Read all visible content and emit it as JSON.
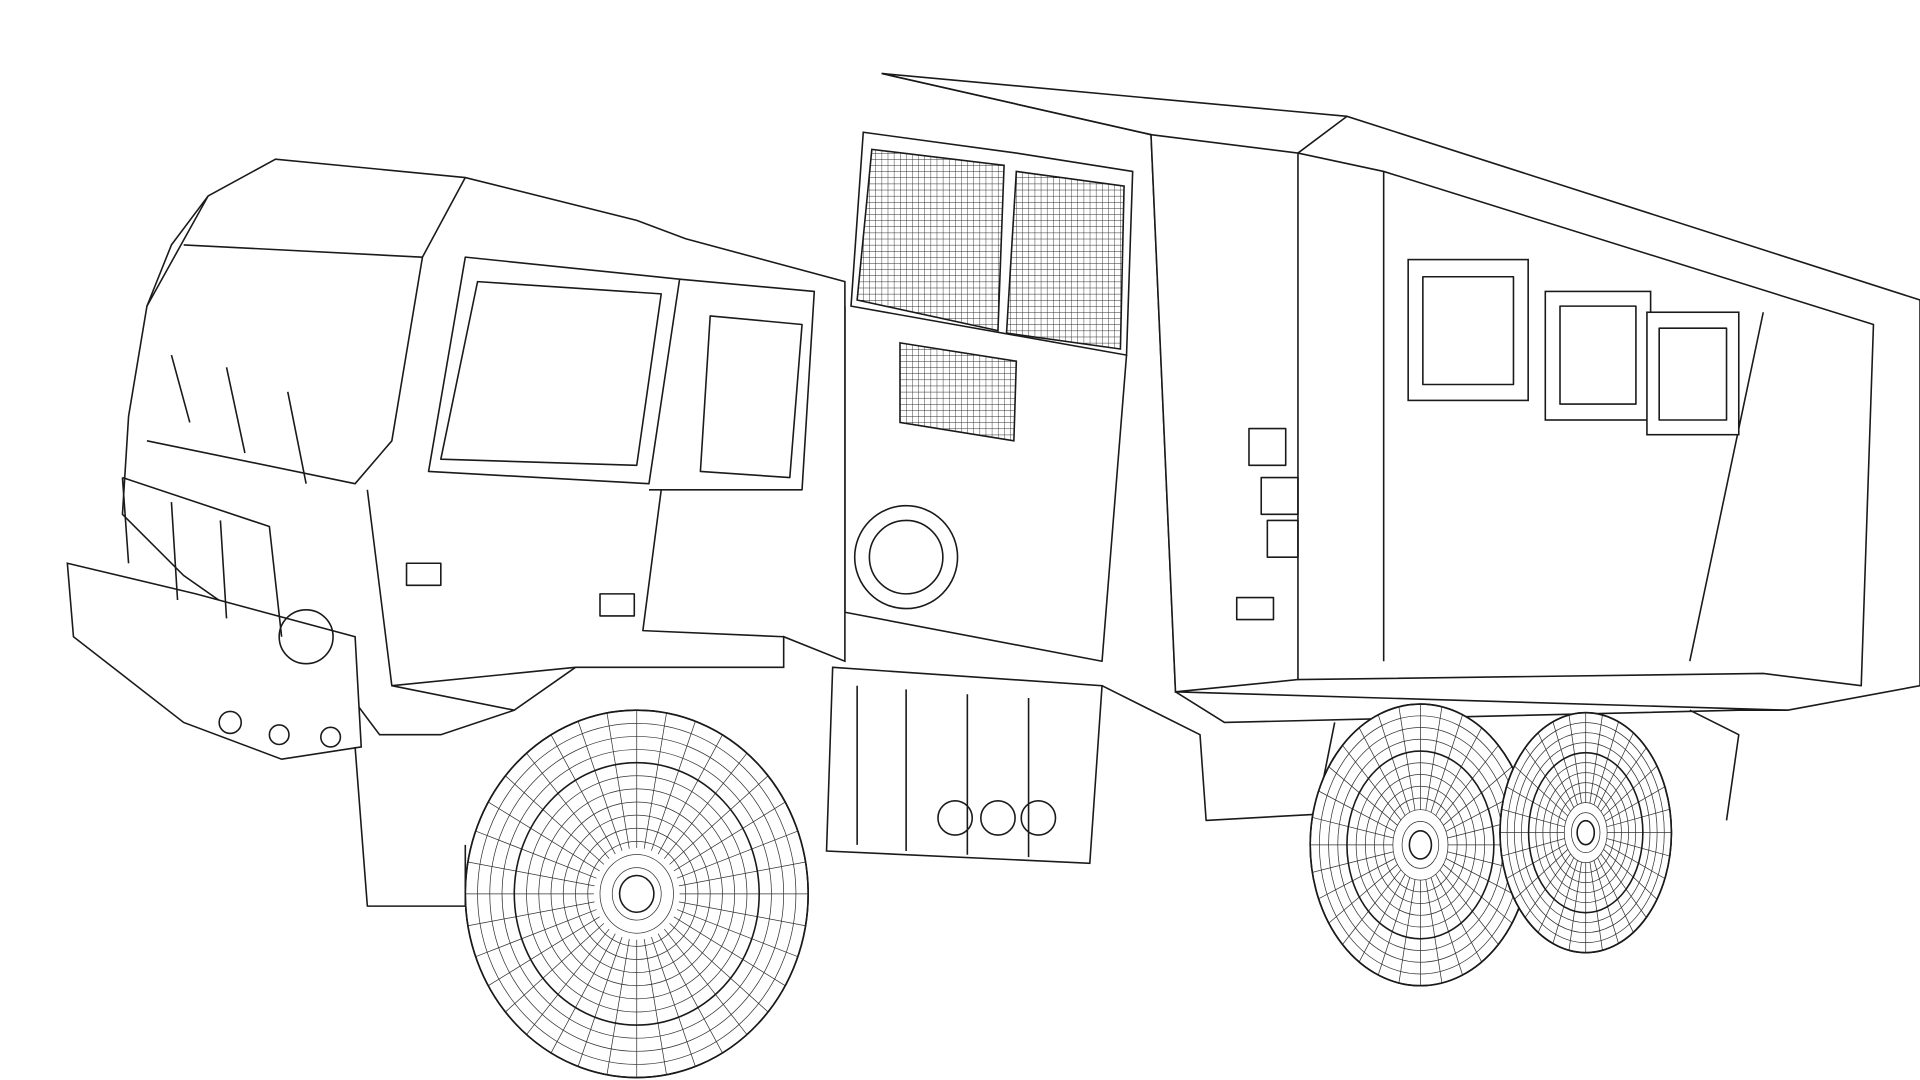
{
  "colors": {
    "background": "#ffffff",
    "line": "#1a1a1a"
  },
  "wheels": [
    {
      "id": "front-wheel",
      "rings": 14,
      "spokes": 36
    },
    {
      "id": "rear-wheel-1",
      "rings": 12,
      "spokes": 32
    },
    {
      "id": "rear-wheel-2",
      "rings": 12,
      "spokes": 32
    }
  ]
}
